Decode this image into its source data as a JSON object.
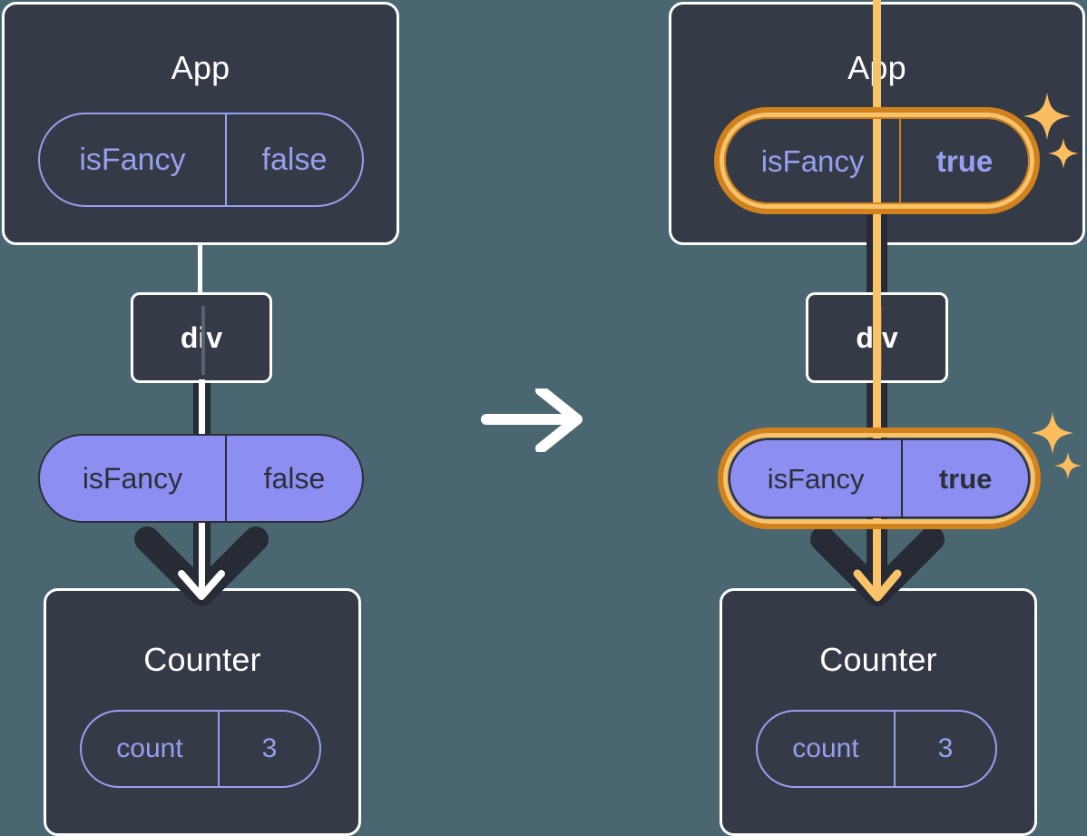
{
  "diagram": {
    "title": "State propagation from App to Counter",
    "colors": {
      "background": "#4a6670",
      "panel": "#343a46",
      "panel_border": "#ffffff",
      "pill_outline": "#9a9ef0",
      "pill_filled": "#8e8ef2",
      "pill_filled_text": "#2b3038",
      "highlight_outer": "#d1821d",
      "highlight_inner": "#fac36a",
      "sparkle": "#fbbd5e",
      "wire_dark": "#262b36",
      "wire_white": "#ffffff"
    },
    "transition_arrow": {
      "icon": "arrow-right-icon",
      "color": "#ffffff"
    }
  },
  "before": {
    "app": {
      "title": "App",
      "state_pill": {
        "key": "isFancy",
        "value": "false",
        "highlighted": false,
        "bold_value": false
      }
    },
    "div": {
      "label": "div"
    },
    "prop_pill": {
      "key": "isFancy",
      "value": "false",
      "highlighted": false,
      "bold_value": false
    },
    "counter": {
      "title": "Counter",
      "state_pill": {
        "key": "count",
        "value": "3",
        "highlighted": false,
        "bold_value": false
      }
    },
    "arrow_color": "#ffffff",
    "sparkles": false
  },
  "after": {
    "app": {
      "title": "App",
      "state_pill": {
        "key": "isFancy",
        "value": "true",
        "highlighted": true,
        "bold_value": true
      }
    },
    "div": {
      "label": "div"
    },
    "prop_pill": {
      "key": "isFancy",
      "value": "true",
      "highlighted": true,
      "bold_value": true
    },
    "counter": {
      "title": "Counter",
      "state_pill": {
        "key": "count",
        "value": "3",
        "highlighted": false,
        "bold_value": false
      }
    },
    "arrow_color": "#fac36a",
    "sparkles": true
  }
}
